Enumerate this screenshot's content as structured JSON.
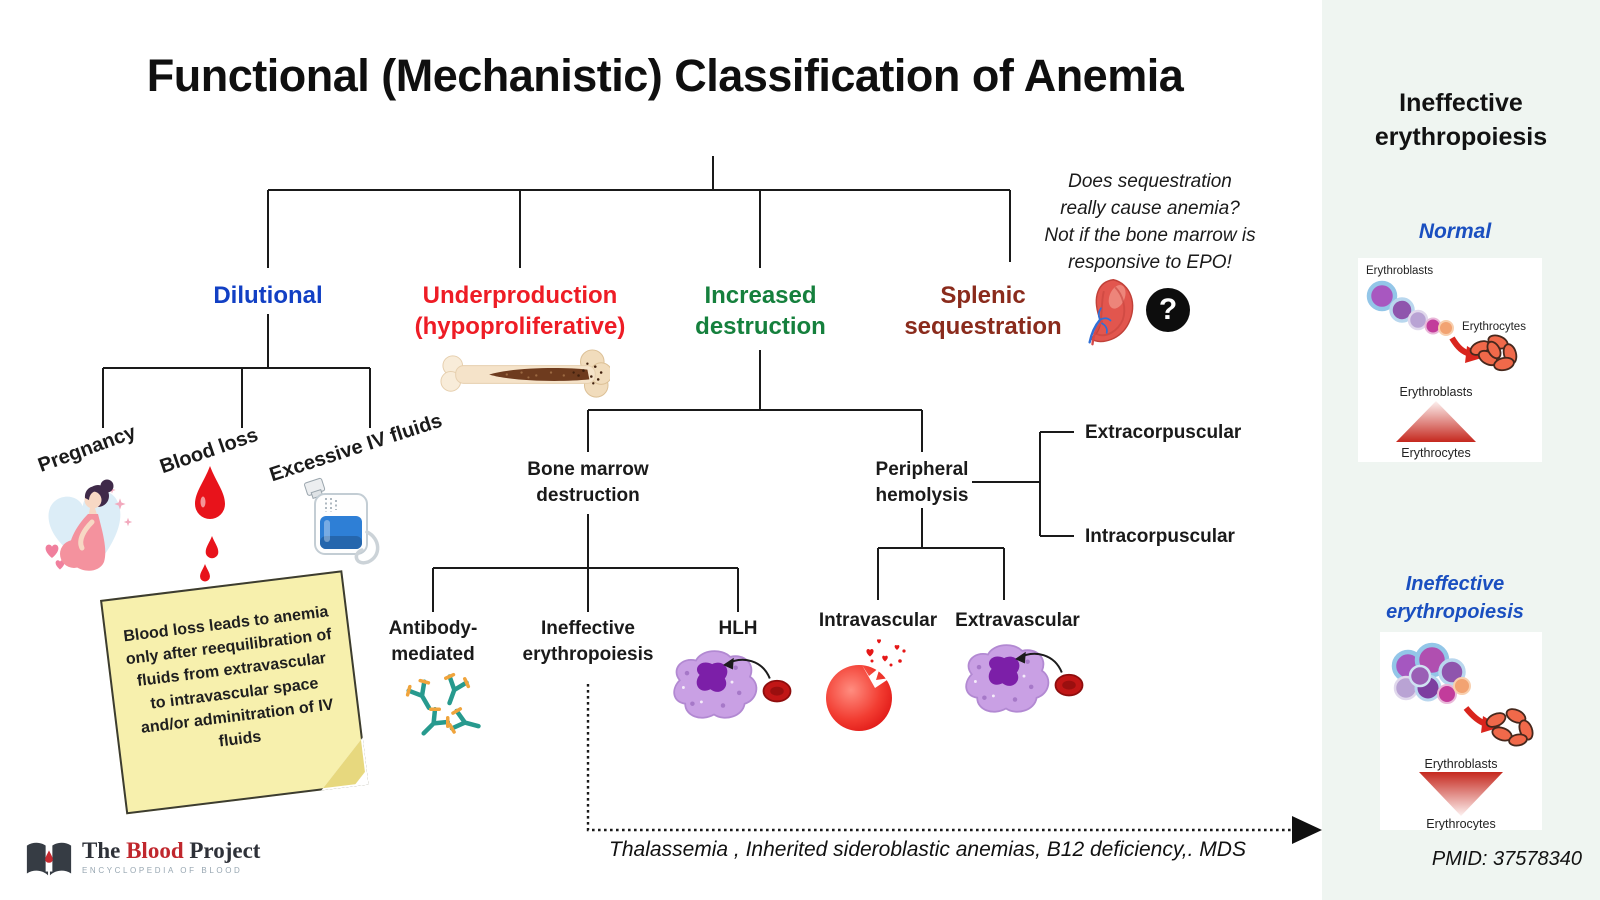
{
  "title": "Functional (Mechanistic) Classification of Anemia",
  "epo_note": {
    "line1": "Does sequestration",
    "line2": "really cause anemia?",
    "line3": "Not if the bone marrow is",
    "line4": "responsive to EPO!"
  },
  "branches": {
    "dilutional": {
      "label": "Dilutional"
    },
    "underproduction": {
      "line1": "Underproduction",
      "line2": "(hypoproliferative)"
    },
    "increased_destruction": {
      "line1": "Increased",
      "line2": "destruction"
    },
    "splenic_sequestration": {
      "line1": "Splenic",
      "line2": "sequestration"
    },
    "question_mark": "?"
  },
  "dilutional_causes": {
    "pregnancy": "Pregnancy",
    "blood_loss": "Blood loss",
    "iv_fluids": "Excessive IV fluids"
  },
  "sticky_note": "Blood loss leads to anemia only after reequilibration of fluids from extravascular to intravascular space and/or adminitration of IV fluids",
  "destruction_sites": {
    "bone_marrow": {
      "line1": "Bone marrow",
      "line2": "destruction"
    },
    "peripheral": {
      "line1": "Peripheral",
      "line2": "hemolysis"
    }
  },
  "corpuscular": {
    "extra": "Extracorpuscular",
    "intra": "Intracorpuscular"
  },
  "bone_marrow_causes": {
    "antibody": {
      "line1": "Antibody-",
      "line2": "mediated"
    },
    "ineffective": {
      "line1": "Ineffective",
      "line2": "erythropoiesis"
    },
    "hlh": "HLH"
  },
  "hemolysis_types": {
    "intravascular": "Intravascular",
    "extravascular": "Extravascular"
  },
  "ineffective_examples": "Thalassemia , Inherited sideroblastic anemias, B12 deficiency,. MDS",
  "side_panel": {
    "title": {
      "line1": "Ineffective",
      "line2": "erythropoiesis"
    },
    "normal_label": "Normal",
    "ineffective_label": {
      "line1": "Ineffective",
      "line2": "erythropoiesis"
    },
    "normal_card": {
      "erythroblasts_source": "Erythroblasts",
      "erythrocytes_result": "Erythrocytes",
      "triangle_top": "Erythroblasts",
      "triangle_bottom": "Erythrocytes"
    },
    "ineffective_card": {
      "triangle_top": "Erythroblasts",
      "triangle_bottom": "Erythrocytes"
    },
    "pmid": "PMID: 37578340"
  },
  "logo": {
    "word1": "The",
    "word2": "Blood",
    "word3": "Project",
    "tagline": "ENCYCLOPEDIA OF BLOOD"
  },
  "icons": {
    "pregnant-woman-icon": "pregnant woman illustration",
    "blood-drops-icon": "dripping blood drops",
    "iv-bag-icon": "intravenous fluid bag",
    "bone-marrow-icon": "long bone with marrow",
    "spleen-icon": "spleen organ",
    "question-mark-icon": "black circle question mark",
    "antibodies-icon": "antibody Y shapes",
    "macrophage-icon": "macrophage engulfing red cell",
    "burst-rbc-icon": "lysing red blood cell",
    "open-book-icon": "open book with blood drop"
  },
  "colors": {
    "dilutional_blue": "#1240c4",
    "underproduction_red": "#ee1c25",
    "destruction_green": "#15803d",
    "splenic_brown": "#8a2b1c",
    "panel_bg": "#eff5f1",
    "panel_heading_blue": "#1a4fc0",
    "sticky_note_yellow": "#f7f0ad"
  }
}
